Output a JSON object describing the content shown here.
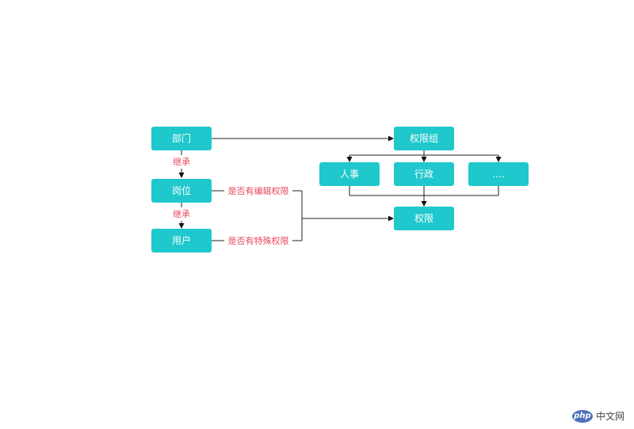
{
  "nodes": {
    "department": "部门",
    "position": "岗位",
    "user": "用户",
    "permission_group": "权限组",
    "hr": "人事",
    "admin": "行政",
    "more": "….",
    "permission": "权限"
  },
  "edge_labels": {
    "inherit_1": "继承",
    "inherit_2": "继承",
    "has_edit_permission": "是否有编辑权限",
    "has_special_permission": "是否有特殊权限"
  },
  "colors": {
    "node": "#1fc8cc",
    "label": "#e8475a",
    "edge": "#222222"
  },
  "watermark": {
    "logo_text": "php",
    "site_text": "中文网"
  }
}
